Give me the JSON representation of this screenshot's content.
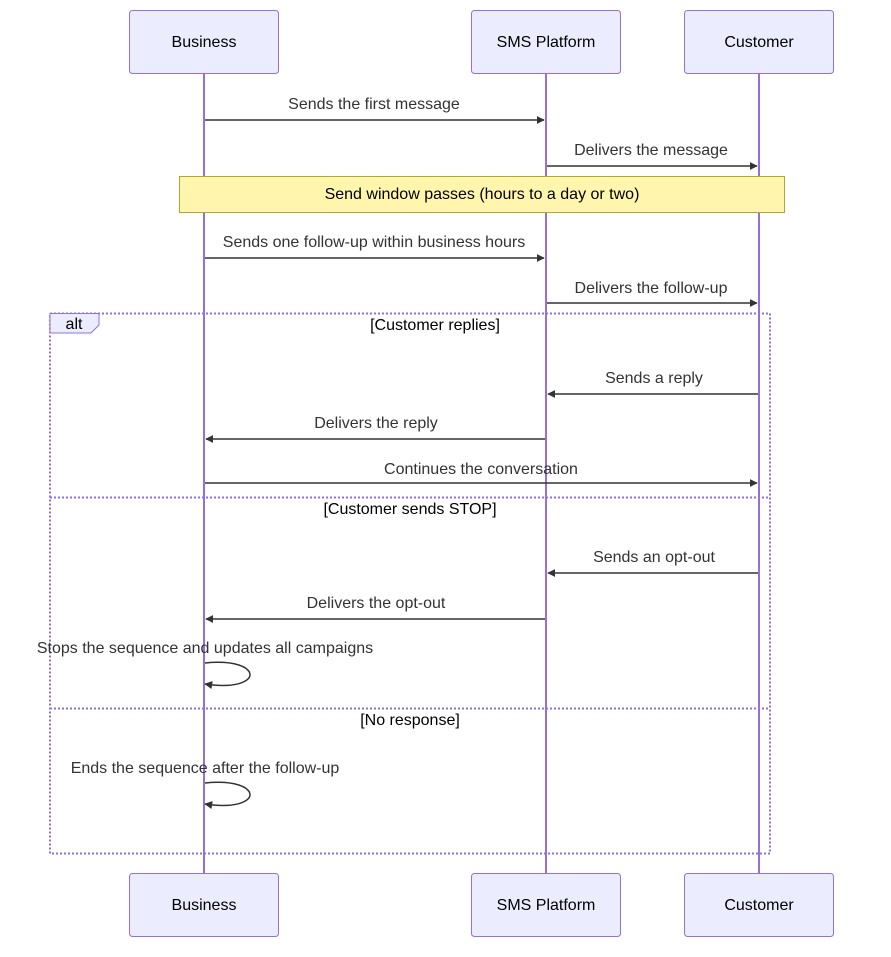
{
  "participants": {
    "business": "Business",
    "sms_platform": "SMS Platform",
    "customer": "Customer"
  },
  "messages": {
    "first_message": "Sends the first message",
    "delivers_message": "Delivers the message",
    "follow_up": "Sends one follow-up within business hours",
    "delivers_follow_up": "Delivers the follow-up",
    "sends_reply": "Sends a reply",
    "delivers_reply": "Delivers the reply",
    "continues": "Continues the conversation",
    "sends_opt_out": "Sends an opt-out",
    "delivers_opt_out": "Delivers the opt-out",
    "stops_sequence": "Stops the sequence and updates all campaigns",
    "ends_sequence": "Ends the sequence after the follow-up"
  },
  "note": {
    "text": "Send window passes (hours to a day or two)"
  },
  "alt_block": {
    "label": "alt",
    "conditions": {
      "replies": "[Customer replies]",
      "stop": "[Customer sends STOP]",
      "no_response": "[No response]"
    }
  },
  "colors": {
    "actor_fill": "#ECECFF",
    "actor_border": "#9370DB",
    "note_fill": "#FFF5AD",
    "note_border": "#AAAA33",
    "message_line": "#333333"
  }
}
